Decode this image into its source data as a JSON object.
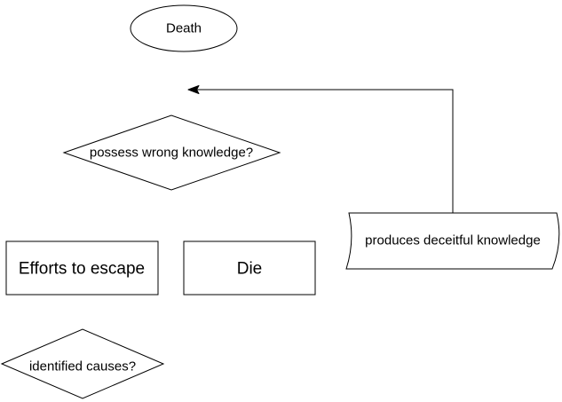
{
  "canvas": {
    "background_color": "#ffffff",
    "stroke_color": "#000000",
    "text_color": "#000000"
  },
  "nodes": {
    "death": {
      "label": "Death",
      "shape": "ellipse"
    },
    "possess_wrong_knowledge": {
      "label": "possess wrong knowledge?",
      "shape": "decision-diamond"
    },
    "efforts_to_escape": {
      "label": "Efforts to escape",
      "shape": "rectangle"
    },
    "die": {
      "label": "Die",
      "shape": "rectangle"
    },
    "identified_causes": {
      "label": "identified causes?",
      "shape": "decision-diamond"
    },
    "produces_deceitful_knowledge": {
      "label": "produces deceitful knowledge",
      "shape": "tape"
    }
  },
  "connectors": [
    {
      "from": "produces_deceitful_knowledge",
      "direction": "up-then-left",
      "arrow_end": "left-pointing-arrowhead"
    }
  ]
}
